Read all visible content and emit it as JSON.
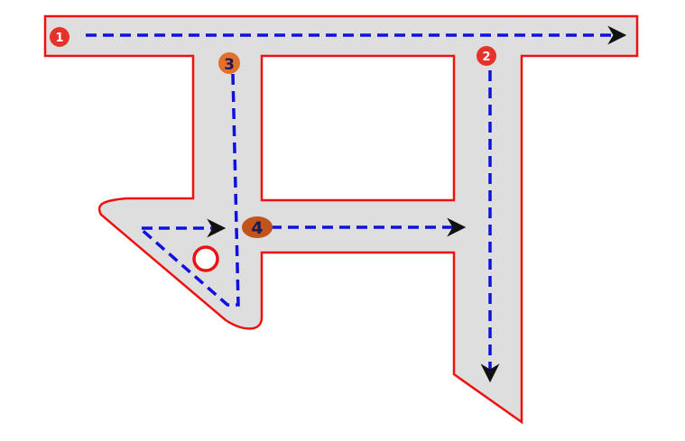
{
  "diagram": {
    "glyph": "फ",
    "colors": {
      "fill": "#dedede",
      "outline": "#ee1111",
      "path": "#1111dd",
      "arrow_head": "#111111",
      "badge_red": "#e6332a",
      "badge_orange": "#e0702a",
      "badge_brown": "#c0541a",
      "badge_text_light": "#ffffff",
      "badge_text_dark": "#1a1a5a",
      "start_circle": "#ee1111"
    },
    "strokes": [
      {
        "order": "1",
        "direction": "right"
      },
      {
        "order": "2",
        "direction": "down"
      },
      {
        "order": "3",
        "direction": "down-then-loop"
      },
      {
        "order": "4",
        "direction": "right"
      }
    ],
    "start_marker": "open-circle"
  }
}
